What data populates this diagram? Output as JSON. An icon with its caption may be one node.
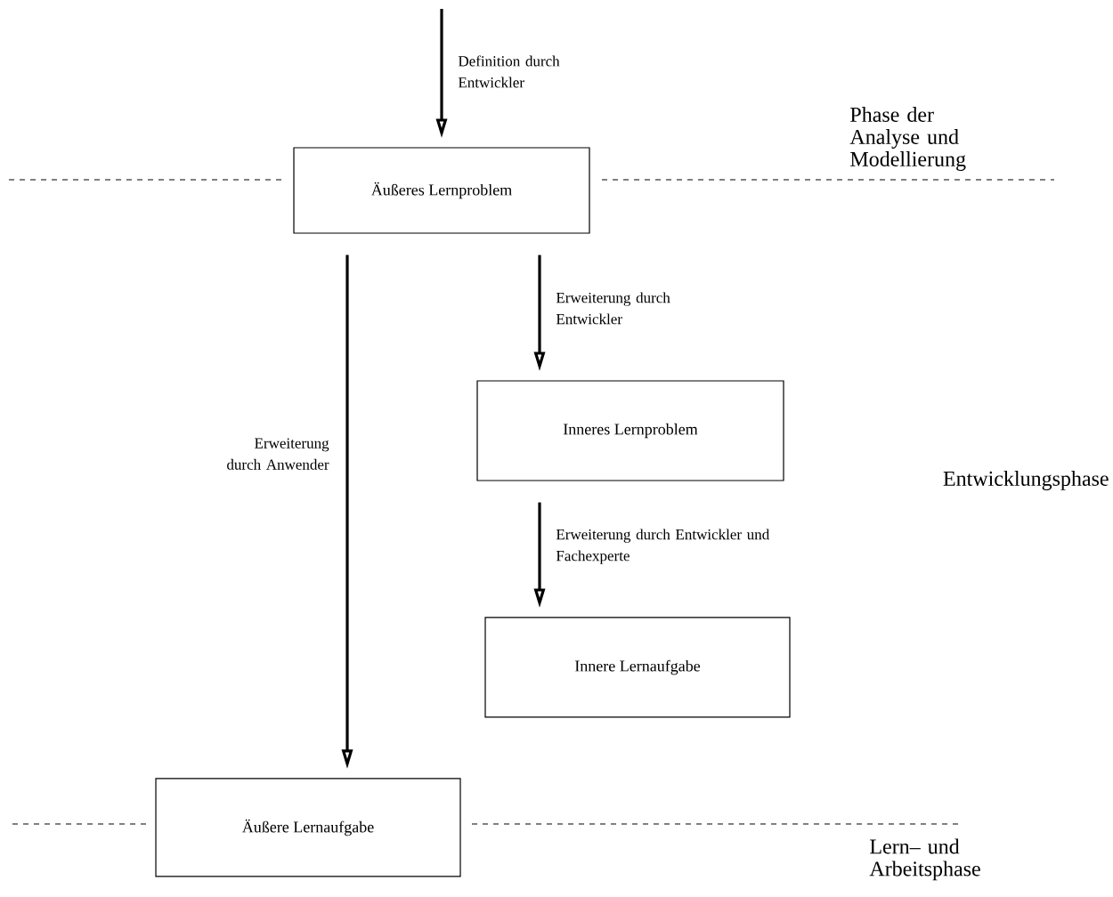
{
  "diagram": {
    "nodes": [
      {
        "text": [
          "Äußeres Lernproblem"
        ]
      },
      {
        "text": [
          "Inneres Lernproblem"
        ]
      },
      {
        "text": [
          "Innere Lernaufgabe"
        ]
      },
      {
        "text": [
          "Äußere Lernaufgabe"
        ]
      }
    ],
    "edges": [
      {
        "from": null,
        "to": 0,
        "arrow": "to",
        "label": "Definition durch Entwickler"
      },
      {
        "from": 0,
        "to": 1,
        "arrow": "to",
        "label": "Erweiterung durch Entwickler"
      },
      {
        "from": 1,
        "to": 2,
        "arrow": "to",
        "label": "Erweiterung durch Entwickler und Fachexperte"
      },
      {
        "from": 0,
        "to": 3,
        "arrow": "to",
        "label": "Erweiterung durch Anwender"
      }
    ],
    "labels": [
      "Phase der Analyse und Modellierung",
      "Entwicklungsphase",
      "Lern– und Arbeitsphase"
    ]
  }
}
